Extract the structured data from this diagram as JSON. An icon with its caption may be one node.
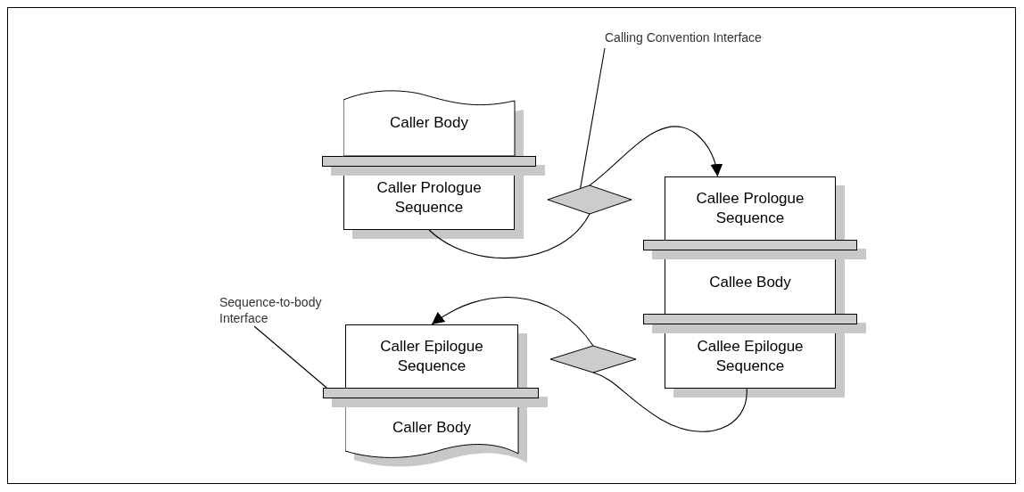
{
  "diagram": {
    "nodes": [
      {
        "text": [
          "Calling Convention Interface"
        ]
      },
      {
        "text": [
          "Caller Body"
        ]
      },
      {
        "text": [],
        "shape": "bar"
      },
      {
        "text": [
          "Caller Prologue Sequence"
        ]
      },
      {
        "text": [],
        "shape": "diamond"
      },
      {
        "text": [
          "Callee Prologue Sequence"
        ]
      },
      {
        "text": [],
        "shape": "bar"
      },
      {
        "text": [
          "Callee Body"
        ]
      },
      {
        "text": [],
        "shape": "bar"
      },
      {
        "text": [
          "Sequence-to-body Interface"
        ]
      },
      {
        "text": [
          "Caller Epilogue Sequence"
        ]
      },
      {
        "text": [],
        "shape": "diamond"
      },
      {
        "text": [
          "Callee Epilogue Sequence"
        ]
      },
      {
        "text": [],
        "shape": "bar"
      },
      {
        "text": [
          "Caller Body"
        ]
      }
    ],
    "edges": [
      {
        "from": 0,
        "to": 4,
        "arrow": "none"
      },
      {
        "from": 3,
        "to": 4,
        "arrow": "none"
      },
      {
        "from": 4,
        "to": 5,
        "arrow": "to"
      },
      {
        "from": 12,
        "to": 11,
        "arrow": "none"
      },
      {
        "from": 11,
        "to": 10,
        "arrow": "to"
      },
      {
        "from": 9,
        "to": 13,
        "arrow": "none"
      }
    ]
  }
}
